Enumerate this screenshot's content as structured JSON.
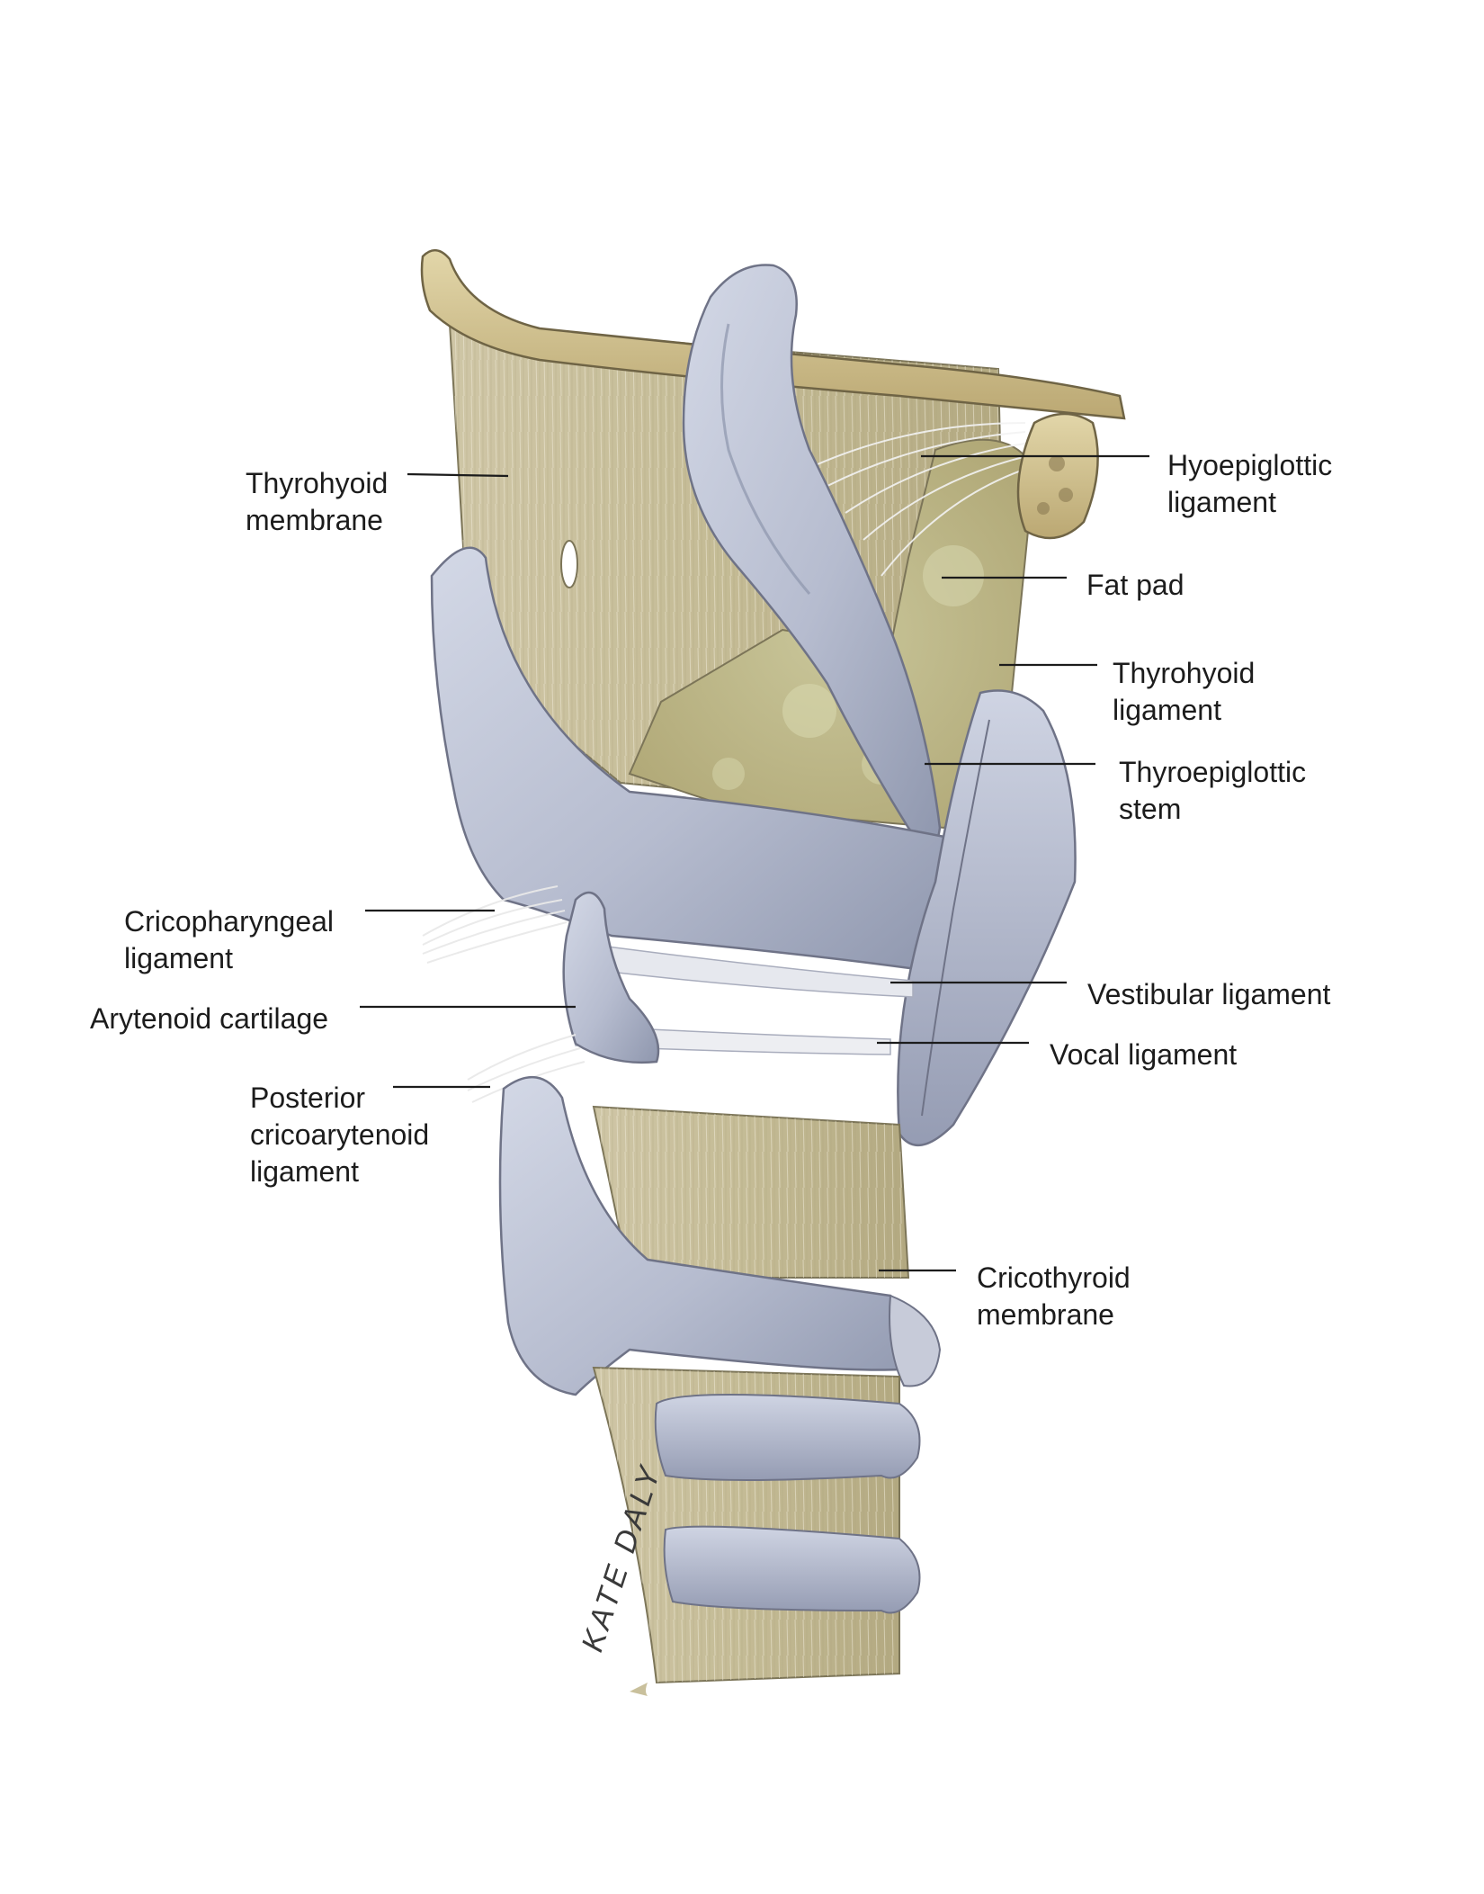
{
  "diagram": {
    "labels": {
      "thyrohyoid_membrane": [
        "Thyrohyoid",
        "membrane"
      ],
      "hyoepiglottic_ligament": [
        "Hyoepiglottic",
        "ligament"
      ],
      "fat_pad": [
        "Fat pad"
      ],
      "thyrohyoid_ligament": [
        "Thyrohyoid",
        "ligament"
      ],
      "thyroepiglottic_stem": [
        "Thyroepiglottic",
        "stem"
      ],
      "cricopharyngeal_ligament": [
        "Cricopharyngeal",
        "ligament"
      ],
      "vestibular_ligament": [
        "Vestibular ligament"
      ],
      "arytenoid_cartilage": [
        "Arytenoid cartilage"
      ],
      "vocal_ligament": [
        "Vocal ligament"
      ],
      "posterior_cricoarytenoid_ligament": [
        "Posterior",
        "cricoarytenoid",
        "ligament"
      ],
      "cricothyroid_membrane": [
        "Cricothyroid",
        "membrane"
      ]
    },
    "signature": "KATE DALY"
  },
  "colors": {
    "cartilage": "#b9bfd3",
    "cartilage_shadow": "#8d95ad",
    "cartilage_edge": "#6f7387",
    "membrane": "#c9c09c",
    "membrane_fiber": "#e9e4cf",
    "fat_pad": "#bfb98a",
    "hyoid_bone": "#d4c697",
    "leader_line": "#1c1c1c"
  }
}
